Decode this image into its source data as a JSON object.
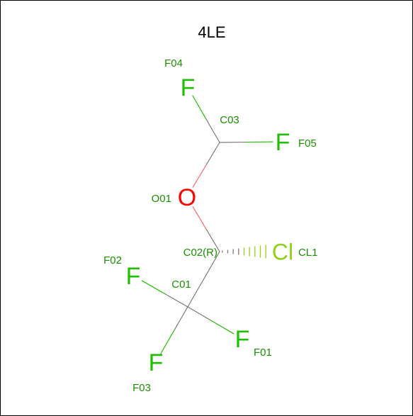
{
  "title": "4LE",
  "colors": {
    "carbon": "#7a7a7a",
    "fluorine": "#1fbf00",
    "fluorine_label": "#1a8f00",
    "oxygen": "#ff0000",
    "oxygen_bond": "#ff6a6a",
    "chlorine": "#8fd11a",
    "chlorine_label": "#1a8f00",
    "title": "#000000"
  },
  "atoms": [
    {
      "id": "F04",
      "element": "F",
      "label": "F04",
      "symbol": "F"
    },
    {
      "id": "C03",
      "element": "C",
      "label": "C03",
      "symbol": ""
    },
    {
      "id": "F05",
      "element": "F",
      "label": "F05",
      "symbol": "F"
    },
    {
      "id": "O01",
      "element": "O",
      "label": "O01",
      "symbol": "O"
    },
    {
      "id": "C02",
      "element": "C",
      "label": "C02(R)",
      "symbol": ""
    },
    {
      "id": "CL1",
      "element": "Cl",
      "label": "CL1",
      "symbol": "Cl"
    },
    {
      "id": "C01",
      "element": "C",
      "label": "C01",
      "symbol": ""
    },
    {
      "id": "F02",
      "element": "F",
      "label": "F02",
      "symbol": "F"
    },
    {
      "id": "F01",
      "element": "F",
      "label": "F01",
      "symbol": "F"
    },
    {
      "id": "F03",
      "element": "F",
      "label": "F03",
      "symbol": "F"
    }
  ],
  "bonds": [
    {
      "from": "C03",
      "to": "F04",
      "type": "single"
    },
    {
      "from": "C03",
      "to": "F05",
      "type": "single"
    },
    {
      "from": "C03",
      "to": "O01",
      "type": "single"
    },
    {
      "from": "O01",
      "to": "C02",
      "type": "single"
    },
    {
      "from": "C02",
      "to": "CL1",
      "type": "hashed-wedge"
    },
    {
      "from": "C02",
      "to": "C01",
      "type": "single"
    },
    {
      "from": "C01",
      "to": "F02",
      "type": "single"
    },
    {
      "from": "C01",
      "to": "F01",
      "type": "single"
    },
    {
      "from": "C01",
      "to": "F03",
      "type": "single"
    }
  ]
}
